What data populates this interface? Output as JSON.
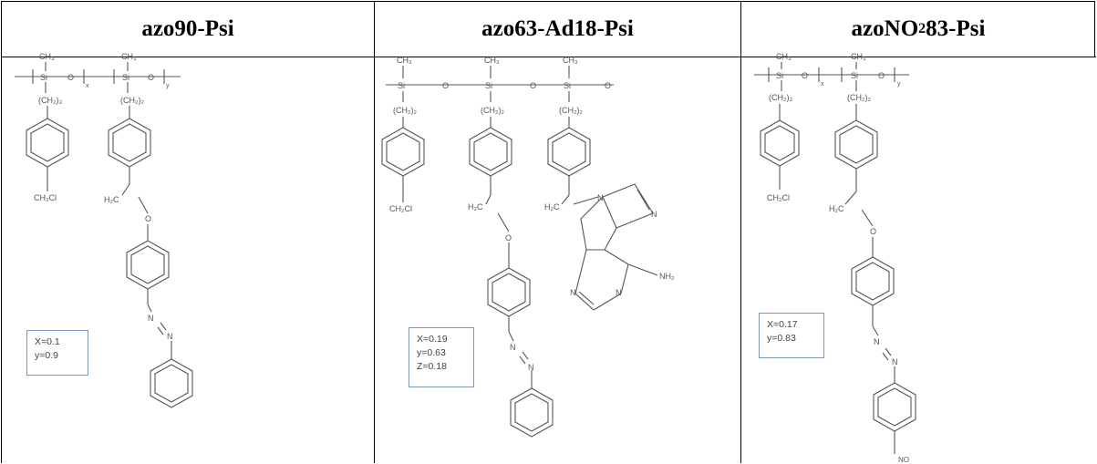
{
  "headers": [
    {
      "name": "azo90-Psi"
    },
    {
      "name_main": "azo63-Ad18-Psi"
    },
    {
      "name_pre": "azoNO",
      "name_sub": "2",
      "name_post": "83-Psi"
    }
  ],
  "panel1": {
    "labels": {
      "ch3a": "CH₃",
      "ch3b": "CH₃",
      "si": "Si",
      "o": "O",
      "x": "x",
      "y": "y",
      "ch2_3a": "(CH₂)₃",
      "ch2_3b": "(CH₂)₂",
      "ch2cl": "CH₂Cl",
      "h2c": "H₂C",
      "ether_o": "O",
      "n1": "N",
      "n2": "N"
    },
    "fractions": {
      "x": "X=0.1",
      "y": "y=0.9"
    }
  },
  "panel2": {
    "labels": {
      "ch3a": "CH₃",
      "ch3b": "CH₃",
      "ch3c": "CH₃",
      "si": "Si",
      "o": "O",
      "ch2a": "(CH₂)₂",
      "ch2b": "(CH₂)₂",
      "ch2c": "(CH₂)₂",
      "ch2cl": "CH₂Cl",
      "h2c_a": "H₂C",
      "h2c_b": "H₂C",
      "ether_o": "O",
      "n": "N",
      "nh2": "NH₂"
    },
    "fractions": {
      "x": "X=0.19",
      "y": "y=0.63",
      "z": "Z=0.18"
    }
  },
  "panel3": {
    "labels": {
      "ch3a": "CH₃",
      "ch3b": "CH₃",
      "si": "Si",
      "o": "O",
      "x": "x",
      "y": "y",
      "ch2_3a": "(CH₂)₃",
      "ch2_3b": "(CH₂)₂",
      "ch2cl": "CH₂Cl",
      "h2c": "H₂C",
      "ether_o": "O",
      "n1": "N",
      "n2": "N",
      "no2": "NO"
    },
    "fractions": {
      "x": "X=0.17",
      "y": "y=0.83"
    }
  }
}
